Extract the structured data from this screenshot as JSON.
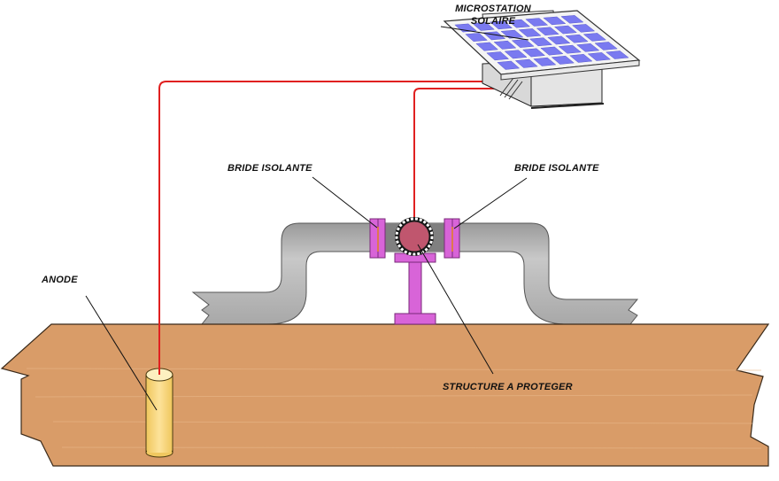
{
  "diagram": {
    "title_labels": {
      "solar_station_line1": "MICROSTATION",
      "solar_station_line2": "SOLAIRE",
      "flange_left": "BRIDE ISOLANTE",
      "flange_right": "BRIDE ISOLANTE",
      "anode": "ANODE",
      "structure": "STRUCTURE A PROTEGER"
    },
    "colors": {
      "ground": "#d99c68",
      "ground_edge": "#3a2a1a",
      "pipe": "#b8b8b8",
      "pipe_dark": "#7a7a7a",
      "flange": "#d864d8",
      "pipe_section": "#c0566e",
      "anode": "#f8d880",
      "wire": "#e02020",
      "panel_cell": "#7a7af0",
      "panel_frame": "#f4f4f4",
      "housing": "#d8d8d8",
      "leader": "#111111"
    }
  }
}
